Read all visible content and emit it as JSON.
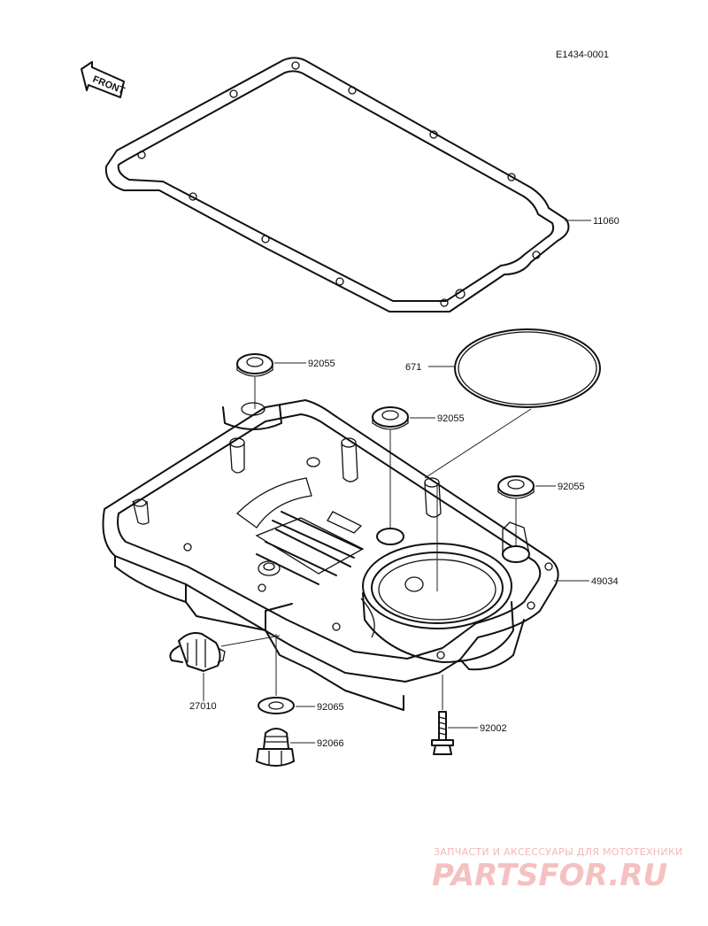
{
  "diagram_code": "E1434-0001",
  "front_label": "FRONT",
  "callouts": {
    "gasket": "11060",
    "o_ring": "671",
    "washer_1": "92055",
    "washer_2": "92055",
    "washer_3": "92055",
    "oil_pan": "49034",
    "switch": "27010",
    "drain_washer": "92065",
    "drain_plug": "92066",
    "bolt": "92002"
  },
  "watermark": {
    "tagline": "ЗАПЧАСТИ И АКСЕССУАРЫ ДЛЯ МОТОТЕХНИКИ",
    "logo": "PARTSFOR.RU"
  },
  "colors": {
    "line": "#111111",
    "watermark": "#f3b7b7",
    "background": "#ffffff"
  }
}
